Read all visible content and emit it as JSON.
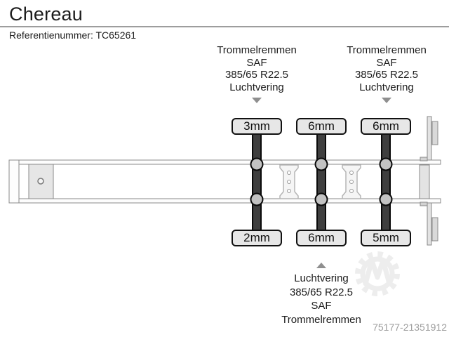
{
  "header": {
    "title": "Chereau",
    "reference_label": "Referentienummer:",
    "reference_value": "TC65261"
  },
  "diagram": {
    "axle1_annotation": {
      "lines": [
        "Trommelremmen",
        "SAF",
        "385/65 R22.5",
        "Luchtvering"
      ]
    },
    "axle3_annotation": {
      "lines": [
        "Trommelremmen",
        "SAF",
        "385/65 R22.5",
        "Luchtvering"
      ]
    },
    "axle2_annotation": {
      "lines": [
        "Luchtvering",
        "385/65 R22.5",
        "SAF",
        "Trommelremmen"
      ]
    },
    "tyre_tread_depths": {
      "top_row": [
        "3mm",
        "6mm",
        "6mm"
      ],
      "bottom_row": [
        "2mm",
        "6mm",
        "5mm"
      ]
    },
    "icons": {
      "axle1_pointer": "triangle-down-icon",
      "axle3_pointer": "triangle-down-icon",
      "axle2_pointer": "triangle-up-icon",
      "watermark": "gear-logo-watermark"
    },
    "colors": {
      "axle_bar": "#3f3f3f",
      "wheel_hub": "#c3c3c3",
      "label_box_bg": "#e7e7e7",
      "chassis_outline": "#8a8a8a",
      "pointer_gray": "#8f8f8f",
      "watermark_gray": "#ededed"
    }
  },
  "footer": {
    "listing_id": "75177-21351912"
  }
}
